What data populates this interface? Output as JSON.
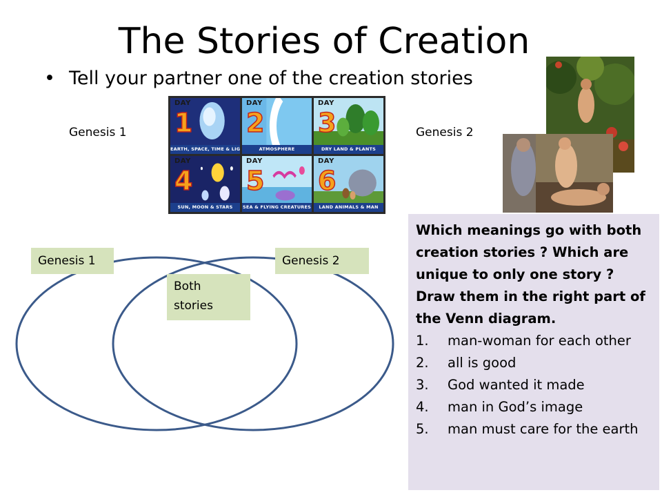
{
  "title": "The Stories of Creation",
  "bullet": "Tell your partner one of the creation stories",
  "genesis1_label": "Genesis 1",
  "genesis2_label": "Genesis 2",
  "days": [
    {
      "day": "DAY",
      "num": "1",
      "caption": "EARTH, SPACE, TIME & LIGHT"
    },
    {
      "day": "DAY",
      "num": "2",
      "caption": "ATMOSPHERE"
    },
    {
      "day": "DAY",
      "num": "3",
      "caption": "DRY LAND & PLANTS"
    },
    {
      "day": "DAY",
      "num": "4",
      "caption": "SUN, MOON & STARS"
    },
    {
      "day": "DAY",
      "num": "5",
      "caption": "SEA & FLYING CREATURES"
    },
    {
      "day": "DAY",
      "num": "6",
      "caption": "LAND ANIMALS & MAN"
    }
  ],
  "venn": {
    "left_label": "Genesis 1",
    "right_label": "Genesis 2",
    "overlap_label_line1": "Both",
    "overlap_label_line2": "stories"
  },
  "instructions": {
    "question": "Which meanings go with both creation stories ? Which are unique to only one story ? Draw them in the right part of the Venn diagram.",
    "items": [
      {
        "n": "1.",
        "text": "man-woman for each other"
      },
      {
        "n": "2.",
        "text": "all is good"
      },
      {
        "n": "3.",
        "text": "God wanted it made"
      },
      {
        "n": "4.",
        "text": "man in God’s image"
      },
      {
        "n": "5.",
        "text": "man must care for  the earth"
      }
    ]
  },
  "colors": {
    "venn_stroke": "#3b5a8a",
    "label_fill": "#d6e3bc",
    "instruction_fill": "#e4dfec",
    "day_number": "#f5a21c",
    "day_caption_bar": "#1c3f8c"
  }
}
